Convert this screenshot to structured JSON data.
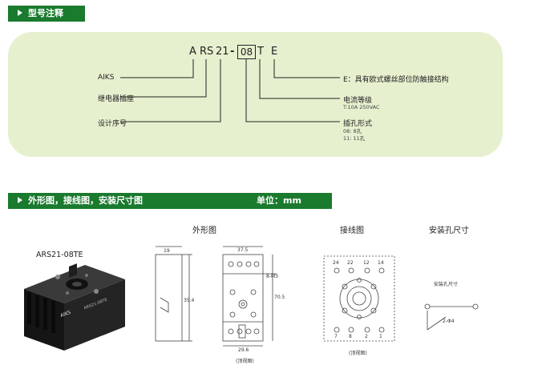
{
  "section1": {
    "title": "型号注释"
  },
  "code": {
    "p1": "A",
    "p2": "RS",
    "p3": "21",
    "dash": "-",
    "p4": "08",
    "p5": "T",
    "p6": "E"
  },
  "labels": {
    "aiks": "AIKS",
    "socket": "继电器插座",
    "design": "设计序号",
    "e_desc": "E：具有欧式螺丝部位防触接结构",
    "current": "电流等级",
    "current_sub": "T:10A 250VAC",
    "pins": "插孔形式",
    "pins_sub1": "08: 8孔",
    "pins_sub2": "11: 11孔"
  },
  "section2": {
    "title": "外形图，接线图，安装尺寸图",
    "unit": "单位：mm"
  },
  "titles": {
    "outline": "外形图",
    "wiring": "接线图",
    "mount": "安装孔尺寸"
  },
  "product": {
    "name": "ARS21-08TE",
    "brand": "AIKS",
    "model": "ARS21-08TE"
  },
  "captions": {
    "top_view1": "(顶视图)",
    "top_view2": "(顶视图)",
    "mount_note": "安装孔尺寸"
  },
  "dims": {
    "d1": "19",
    "d2": "37.5",
    "d3": "35.4",
    "d4": "70.5",
    "d5": "29.6",
    "d6": "8-M3",
    "d7": "2-Φ4"
  },
  "pins_numbers": {
    "n1": "24",
    "n2": "22",
    "n3": "12",
    "n4": "14",
    "n5": "7",
    "n6": "8",
    "n7": "2",
    "n8": "1"
  },
  "colors": {
    "header": "#1a7a2e",
    "panel": "#e6f0cf"
  }
}
